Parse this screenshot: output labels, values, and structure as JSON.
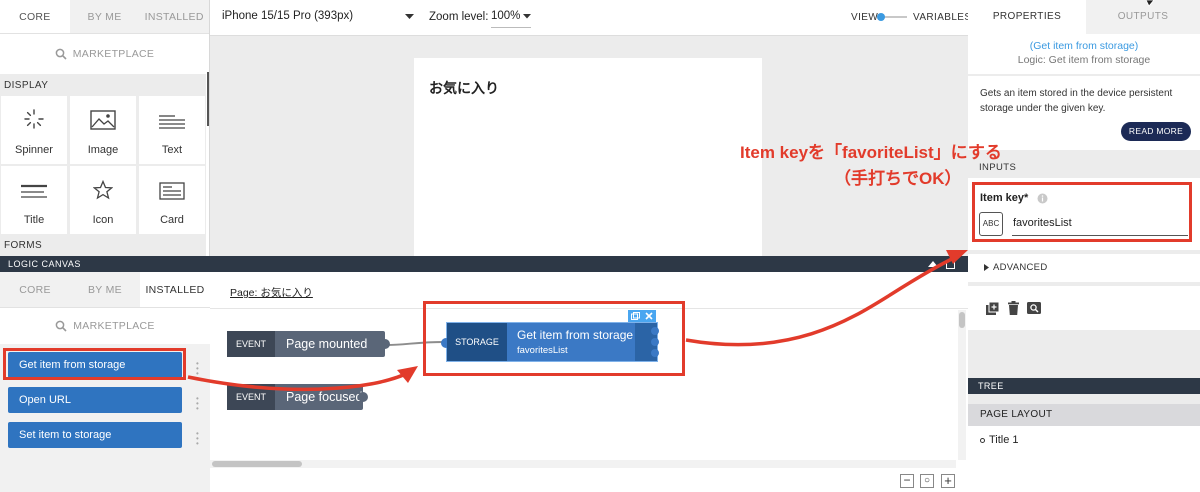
{
  "left_top": {
    "tabs": [
      "CORE",
      "BY ME",
      "INSTALLED"
    ],
    "marketplace": "MARKETPLACE",
    "display_label": "DISPLAY",
    "forms_label": "FORMS",
    "components": [
      "Spinner",
      "Image",
      "Text",
      "Title",
      "Icon",
      "Card"
    ]
  },
  "toolbar": {
    "device": "iPhone 15/15 Pro (393px)",
    "zoom_label": "Zoom level:",
    "zoom_value": "100%",
    "view_label": "VIEW",
    "variables_label": "VARIABLES"
  },
  "preview": {
    "page_title": "お気に入り"
  },
  "logic": {
    "bar_title": "LOGIC CANVAS",
    "tabs": [
      "CORE",
      "BY ME",
      "INSTALLED"
    ],
    "marketplace": "MARKETPLACE",
    "blocks": [
      "Get item from storage",
      "Open URL",
      "Set item to storage"
    ],
    "page_link": "Page: お気に入り",
    "events": [
      {
        "tag": "EVENT",
        "label": "Page mounted"
      },
      {
        "tag": "EVENT",
        "label": "Page focused"
      }
    ],
    "storage_node": {
      "tag": "STORAGE",
      "title": "Get item from storage",
      "sub": "favoritesList"
    },
    "zoom_controls": [
      "−",
      "○",
      "+"
    ]
  },
  "right": {
    "tabs": [
      "PROPERTIES",
      "OUTPUTS"
    ],
    "node_title": "(Get item from storage)",
    "node_subtitle": "Logic: Get item from storage",
    "description": "Gets an item stored in the device persistent storage under the given key.",
    "read_more": "READ MORE",
    "inputs_label": "INPUTS",
    "item_key_label": "Item key*",
    "item_key_value": "favoritesList",
    "type_badge": "ABC",
    "advanced_label": "ADVANCED",
    "tree_label": "TREE",
    "page_layout_label": "PAGE LAYOUT",
    "tree_item": "Title 1"
  },
  "annotation": {
    "line1": "Item keyを「favoriteList」にする",
    "line2": "（手打ちでOK）"
  },
  "colors": {
    "accent_blue": "#2f74c0",
    "dark_bar": "#2d3846",
    "annotation_red": "#e23b2b",
    "navy_button": "#1c2a56"
  }
}
